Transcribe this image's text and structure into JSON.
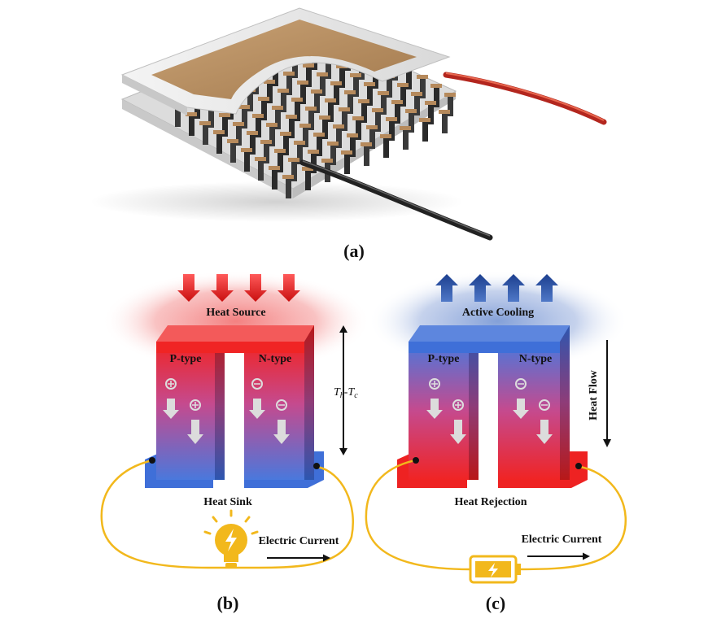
{
  "panels": {
    "a": {
      "label": "(a)"
    },
    "b": {
      "label": "(b)",
      "top_label": "Heat Source",
      "p_type": "P-type",
      "n_type": "N-type",
      "bottom_label": "Heat Sink",
      "current_label": "Electric Current",
      "gradient_label_main": "T",
      "gradient_label_h": "h",
      "gradient_label_dash": "-T",
      "gradient_label_c": "c",
      "device_icon": "lightbulb-icon",
      "top_arrow_color": "#e01b1b",
      "top_glow_color": "#f37a7a"
    },
    "c": {
      "label": "(c)",
      "top_label": "Active Cooling",
      "p_type": "P-type",
      "n_type": "N-type",
      "bottom_label": "Heat Rejection",
      "current_label": "Electric Current",
      "flow_label": "Heat Flow",
      "device_icon": "battery-icon",
      "top_arrow_color": "#1f4fa8",
      "top_glow_color": "#7d9bd6"
    }
  },
  "colors": {
    "hot": "#ee2222",
    "cold": "#3f6fd8",
    "wire": "#f2b81c",
    "copper": "#b68a5c"
  }
}
